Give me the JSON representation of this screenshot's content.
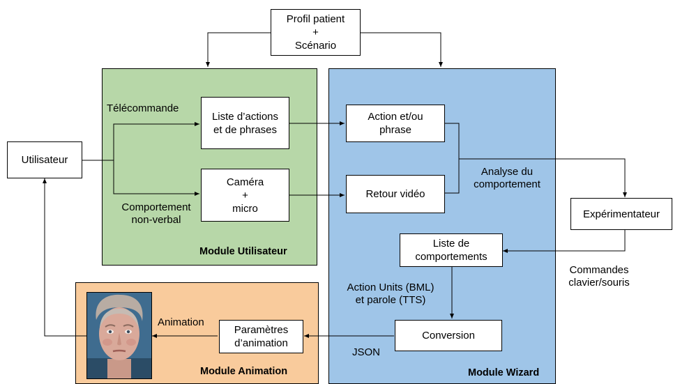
{
  "colors": {
    "user_module": "#b7d7a8",
    "wizard_module": "#9fc5e8",
    "animation_module": "#f9cb9c",
    "line": "#000000"
  },
  "boxes": {
    "profile": [
      "Profil patient",
      "+",
      "Scénario"
    ],
    "utilisateur": "Utilisateur",
    "actions_list": [
      "Liste d’actions",
      "et de phrases"
    ],
    "camera": [
      "Caméra",
      "+",
      "micro"
    ],
    "action_phrase": [
      "Action et/ou",
      "phrase"
    ],
    "video_return": "Retour vidéo",
    "experimenter": "Expérimentateur",
    "behaviour_list": [
      "Liste de",
      "comportements"
    ],
    "conversion": "Conversion",
    "anim_params": [
      "Paramètres",
      "d’animation"
    ]
  },
  "modules": {
    "user": "Module Utilisateur",
    "wizard": "Module Wizard",
    "animation": "Module Animation"
  },
  "labels": {
    "remote": "Télécommande",
    "nonverbal": [
      "Comportement",
      "non-verbal"
    ],
    "analysis": [
      "Analyse du",
      "comportement"
    ],
    "commands": [
      "Commandes",
      "clavier/souris"
    ],
    "action_units": [
      "Action Units (BML)",
      "et parole (TTS)"
    ],
    "json": "JSON",
    "animation": "Animation"
  },
  "avatar": {
    "icon": "virtual-patient-face"
  }
}
